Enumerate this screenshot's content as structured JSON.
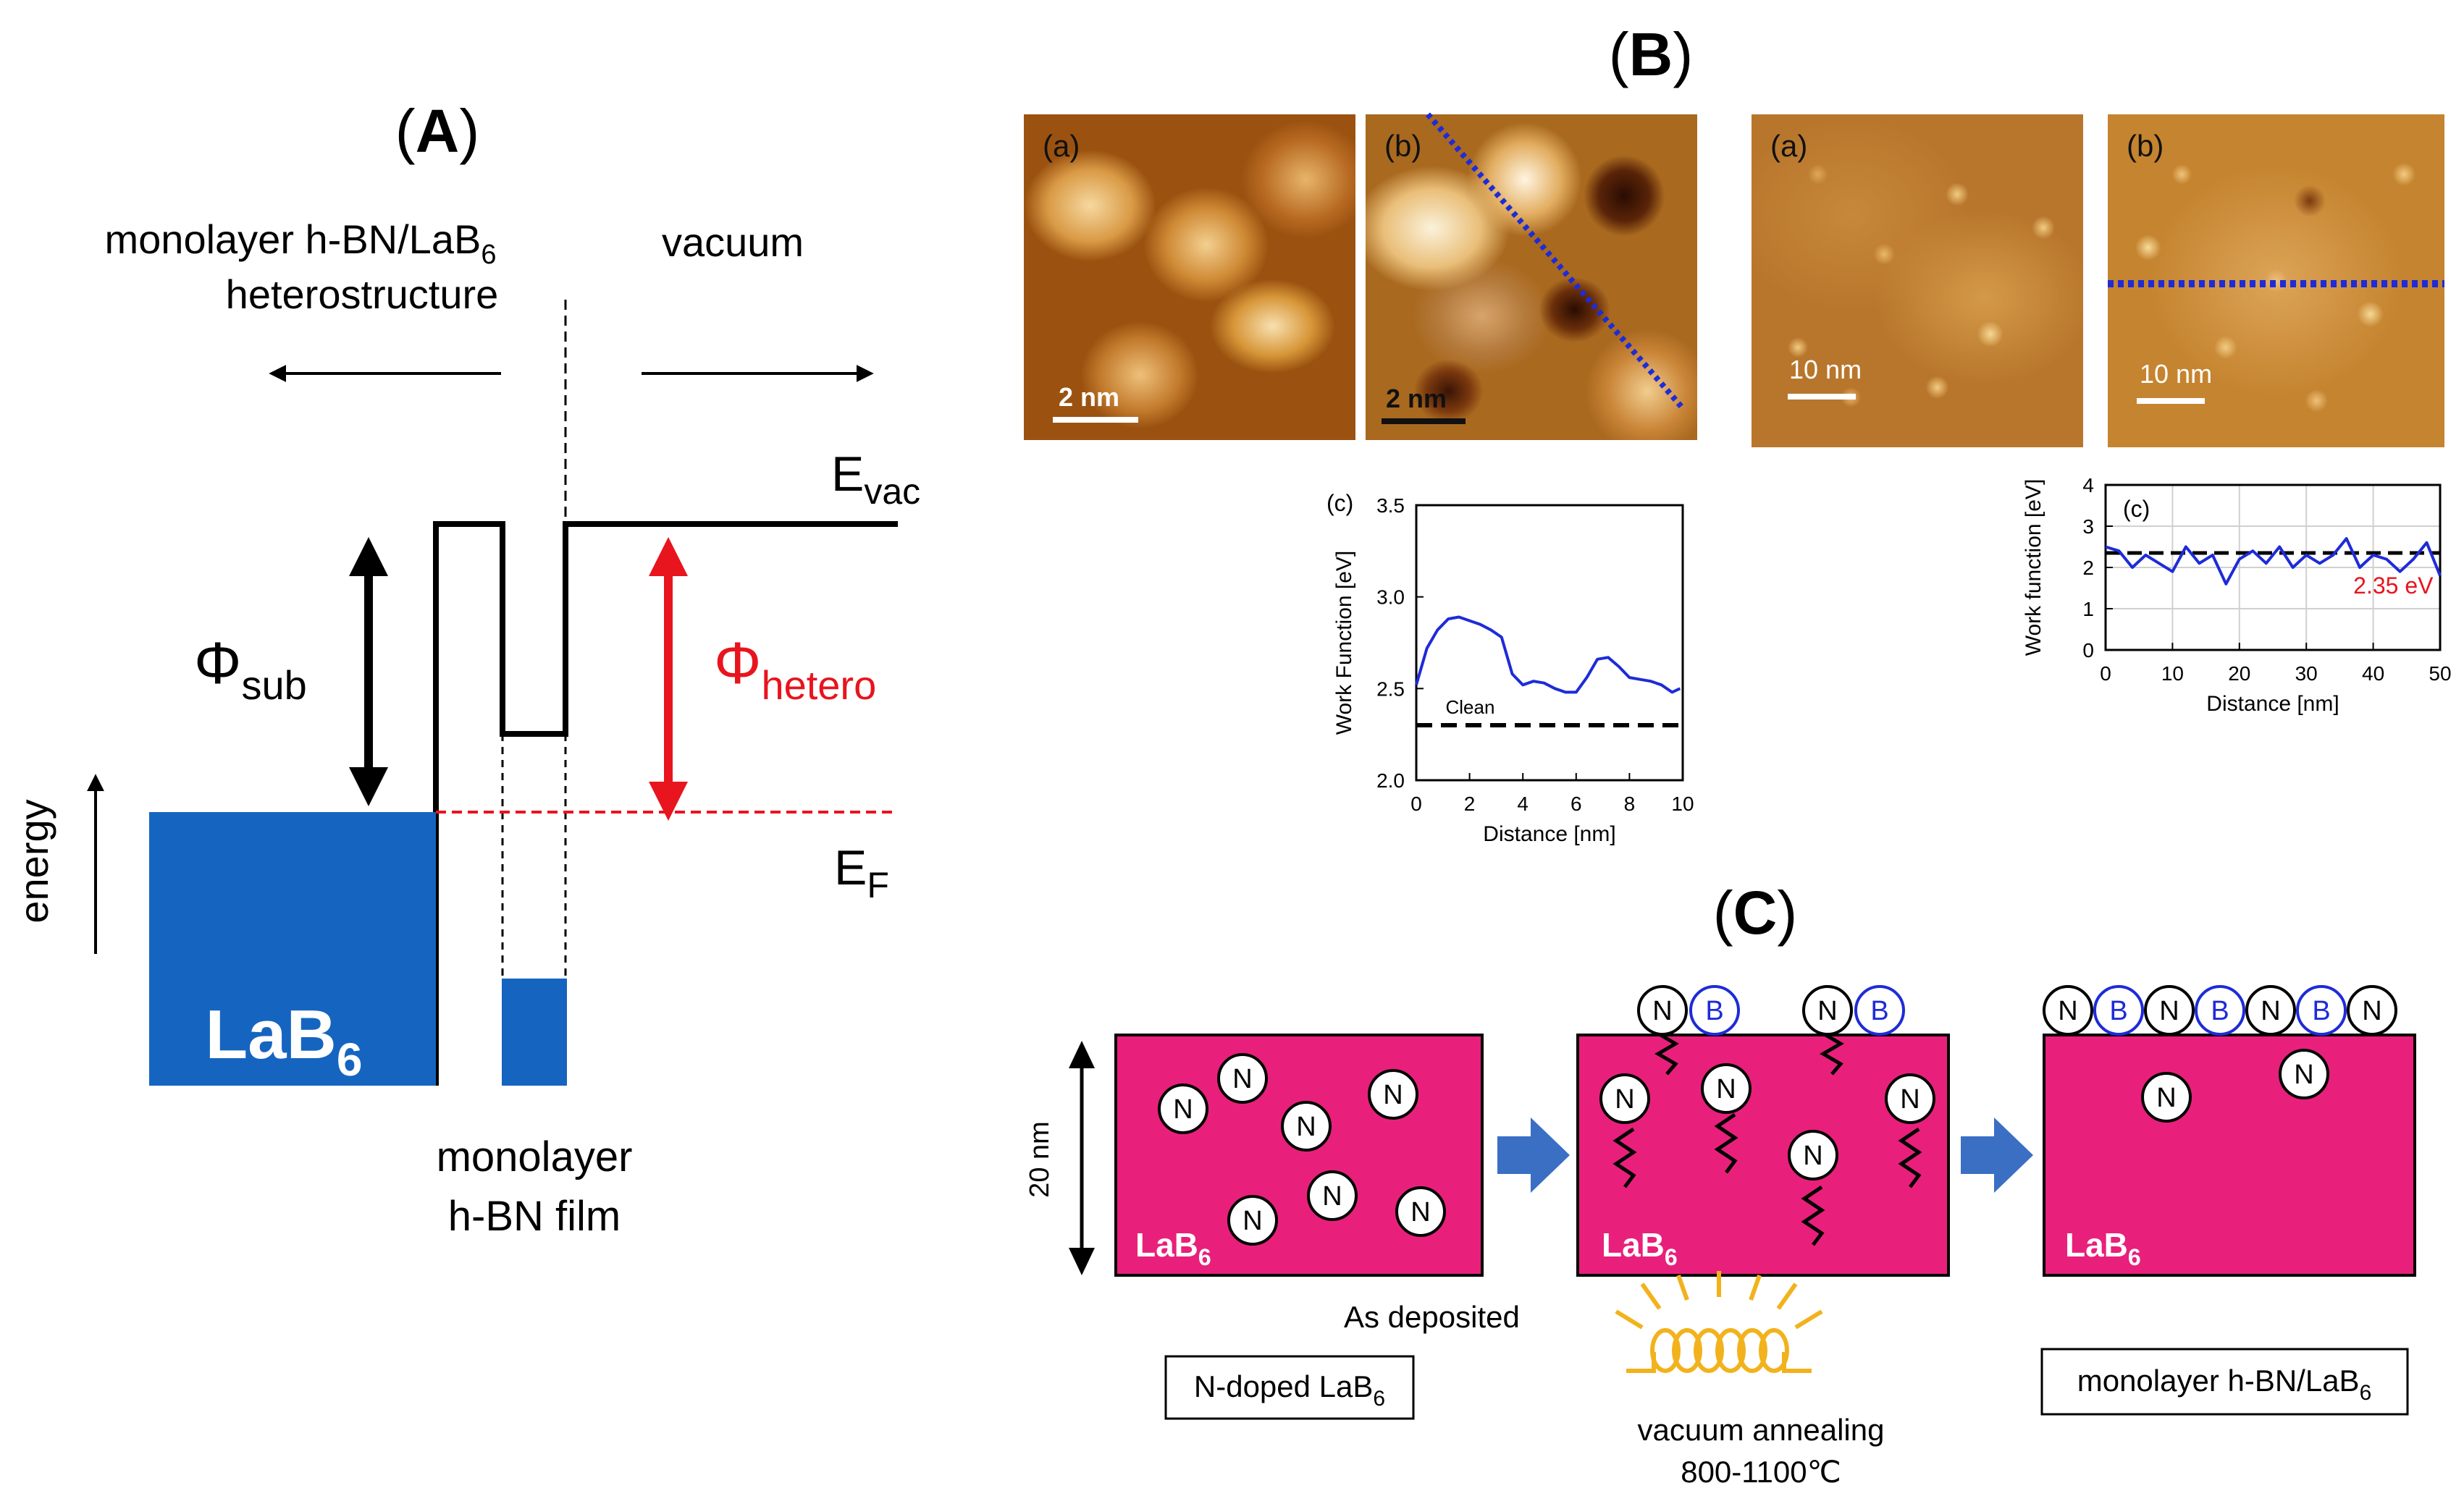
{
  "panelA": {
    "label_open": "(",
    "label_letter": "A",
    "label_close": ")",
    "left_region_line1_pre": "monolayer h-BN/LaB",
    "left_region_line1_sub": "6",
    "left_region_line2": "heterostructure",
    "right_region": "vacuum",
    "evac_main": "E",
    "evac_sub": "vac",
    "ef_main": "E",
    "ef_sub": "F",
    "phi_sub_main": "Φ",
    "phi_sub_sub": "sub",
    "phi_hetero_main": "Φ",
    "phi_hetero_sub": "hetero",
    "energy_axis": "energy",
    "substrate_main": "LaB",
    "substrate_sub": "6",
    "film_line1": "monolayer",
    "film_line2": "h-BN film",
    "colors": {
      "substrate": "#1565c0",
      "hetero": "#e8141e",
      "ef_line": "#e8141e"
    }
  },
  "panelB": {
    "label_open": "(",
    "label_letter": "B",
    "label_close": ")",
    "images": [
      {
        "label": "(a)",
        "scalebar": "2 nm"
      },
      {
        "label": "(b)",
        "scalebar": "2 nm"
      },
      {
        "label": "(a)",
        "scalebar": "10 nm"
      },
      {
        "label": "(b)",
        "scalebar": "10 nm"
      }
    ],
    "colors": {
      "profile_line": "#1e2bd8",
      "ref_line": "#000000",
      "annotation": "#e8141e"
    }
  },
  "panelC": {
    "label_open": "(",
    "label_letter": "C",
    "label_close": ")",
    "thickness": "20 nm",
    "substrate_main": "LaB",
    "substrate_sub": "6",
    "atom_n": "N",
    "atom_b": "B",
    "as_deposited": "As deposited",
    "box1_main": "N-doped LaB",
    "box1_sub": "6",
    "box2_main": "monolayer h-BN/LaB",
    "box2_sub": "6",
    "anneal_line1": "vacuum annealing",
    "anneal_line2": "800-1100℃",
    "colors": {
      "block": "#e8207c",
      "arrow": "#3a6fc4",
      "heater": "#f2b21c",
      "boron": "#1e2bd8"
    }
  },
  "chart_data": [
    {
      "type": "line",
      "panel_label": "(c)",
      "xlabel": "Distance [nm]",
      "ylabel": "Work Function [eV]",
      "xlim": [
        0,
        10
      ],
      "ylim": [
        2.0,
        3.5
      ],
      "x_ticks": [
        0,
        2,
        4,
        6,
        8,
        10
      ],
      "y_ticks": [
        2.0,
        2.5,
        3.0,
        3.5
      ],
      "y_tick_labels": [
        "2.0",
        "2.5",
        "3.0",
        "3.5"
      ],
      "grid": false,
      "series": [
        {
          "x": [
            0,
            0.4,
            0.8,
            1.2,
            1.6,
            2.0,
            2.4,
            2.8,
            3.2,
            3.6,
            4.0,
            4.4,
            4.8,
            5.2,
            5.6,
            6.0,
            6.4,
            6.8,
            7.2,
            7.6,
            8.0,
            8.4,
            8.8,
            9.2,
            9.6,
            9.9
          ],
          "y": [
            2.52,
            2.72,
            2.82,
            2.88,
            2.89,
            2.87,
            2.85,
            2.82,
            2.78,
            2.58,
            2.52,
            2.54,
            2.53,
            2.5,
            2.48,
            2.48,
            2.56,
            2.66,
            2.67,
            2.62,
            2.56,
            2.55,
            2.54,
            2.52,
            2.48,
            2.5
          ]
        }
      ],
      "reference": {
        "label": "Clean",
        "y": 2.3
      }
    },
    {
      "type": "line",
      "panel_label": "(c)",
      "xlabel": "Distance [nm]",
      "ylabel": "Work function [eV]",
      "xlim": [
        0,
        50
      ],
      "ylim": [
        0,
        4
      ],
      "x_ticks": [
        0,
        10,
        20,
        30,
        40,
        50
      ],
      "y_ticks": [
        0,
        1,
        2,
        3,
        4
      ],
      "grid": true,
      "series": [
        {
          "x": [
            0,
            2,
            4,
            6,
            8,
            10,
            12,
            14,
            16,
            18,
            20,
            22,
            24,
            26,
            28,
            30,
            32,
            34,
            36,
            38,
            40,
            42,
            44,
            46,
            48,
            50
          ],
          "y": [
            2.5,
            2.4,
            2.0,
            2.3,
            2.1,
            1.9,
            2.5,
            2.1,
            2.3,
            1.6,
            2.2,
            2.4,
            2.1,
            2.5,
            2.0,
            2.3,
            2.1,
            2.3,
            2.7,
            2.0,
            2.3,
            2.2,
            1.9,
            2.2,
            2.6,
            1.8
          ]
        }
      ],
      "reference": {
        "y": 2.35,
        "annotation": "2.35 eV"
      }
    }
  ]
}
